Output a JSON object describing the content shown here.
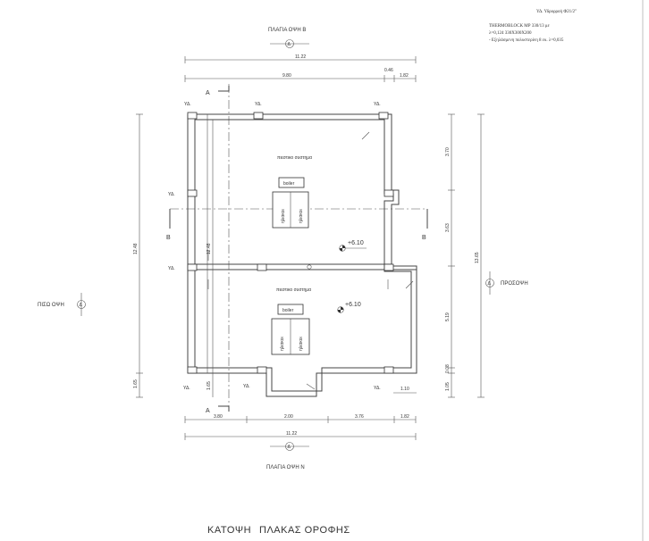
{
  "notes": {
    "line1": "ΥΔ. Υδρορροή Φ21/2\"",
    "line2": "THERMOBLOCK ΜΡ 330/13 με",
    "line3": "λ=0,124   330Χ300Χ200",
    "line4": "- Εξηλάσμενη πολυστερίνη 8 εκ. λ=0,035"
  },
  "facades": {
    "north_top": "ΠΛΑΓΙΑ ΟΨΗ Β",
    "south_bottom": "ΠΛΑΓΙΑ ΟΨΗ Ν",
    "back_left": "ΠΙΣΩ ΟΨΗ",
    "front_right": "ΠΡΟΣΟΨΗ",
    "symbol": "Δ"
  },
  "sections": {
    "aa": "A",
    "bb": "B"
  },
  "dimensions": {
    "top_total": "11.22",
    "top_left": "9.80",
    "top_right_a": "0.46",
    "top_right_b": "1.82",
    "bottom_a": "3.80",
    "bottom_b": "2.00",
    "bottom_c": "3.76",
    "bottom_d": "1.82",
    "bottom_total": "11.22",
    "left_total": "12.48",
    "left_inner": "12.48",
    "left_low": "1.65",
    "left_low2": "1.65",
    "right_total": "13.65",
    "right_a": "3.70",
    "right_b": "3.63",
    "right_c": "5.19",
    "right_d": "0.08",
    "right_e": "1.05",
    "right_f": "1.10"
  },
  "labels": {
    "downpipe": "ΥΔ.",
    "roof_system": "πιεστικο συστημα",
    "boiler": "boiler",
    "panels": "ηλιακοι",
    "elevation": "+6.10"
  },
  "title": {
    "left": "ΚΑΤΟΨΗ",
    "right": "ΠΛΑΚΑΣ ΟΡΟΦΗΣ"
  }
}
